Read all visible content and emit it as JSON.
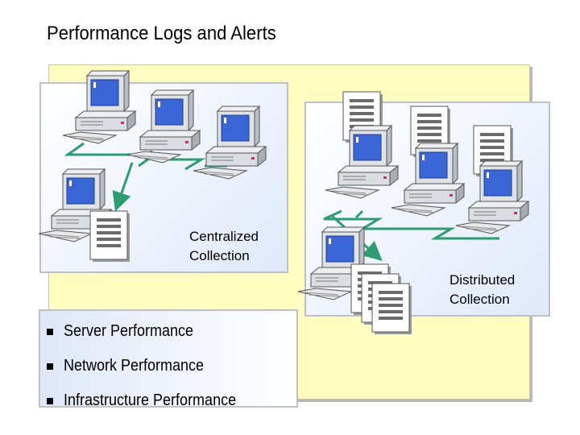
{
  "title": "Performance Logs and Alerts",
  "central_label": "Centralized\nCollection",
  "distributed_label": "Distributed\nCollection",
  "items": [
    {
      "label": "Server Performance"
    },
    {
      "label": "Network Performance"
    },
    {
      "label": "Infrastructure Performance"
    }
  ],
  "colors": {
    "background": "#fffcc0",
    "connector": "#2e9b73",
    "arrow": "#2e9b73",
    "screen": "#3a66d6"
  }
}
